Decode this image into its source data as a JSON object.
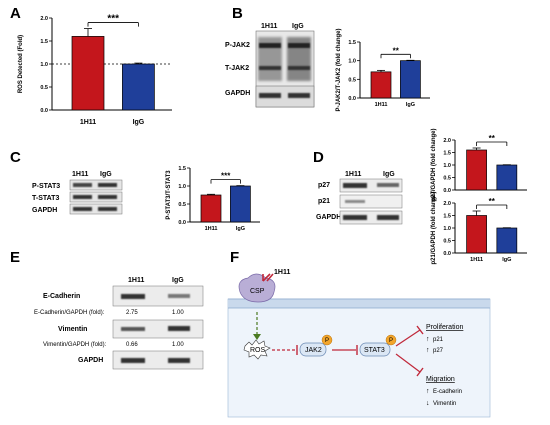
{
  "panels": {
    "A": "A",
    "B": "B",
    "C": "C",
    "D": "D",
    "E": "E",
    "F": "F"
  },
  "colors": {
    "red": "#c4161c",
    "blue": "#1f3f9a",
    "inhibit": "#c0283a",
    "induce": "#4a7a22",
    "bg_blue": "#c9d9ec"
  },
  "panel_b_blot": {
    "lanes": [
      "1H11",
      "IgG"
    ],
    "rows": [
      "P-JAK2",
      "T-JAK2",
      "GAPDH"
    ]
  },
  "panel_c_blot": {
    "lanes": [
      "1H11",
      "IgG"
    ],
    "rows": [
      "P-STAT3",
      "T-STAT3",
      "GAPDH"
    ]
  },
  "panel_d_blot": {
    "lanes": [
      "1H11",
      "IgG"
    ],
    "rows": [
      "p27",
      "p21",
      "GAPDH"
    ]
  },
  "panel_e_blot": {
    "lanes": [
      "1H11",
      "IgG"
    ],
    "ecad_label": "E-Cadherin",
    "ecad_ratio_label": "E-Cadherin/GAPDH (fold):",
    "ecad_ratio_1h11": "2.75",
    "ecad_ratio_igg": "1.00",
    "vim_label": "Vimentin",
    "vim_ratio_label": "Vimentin/GAPDH (fold):",
    "vim_ratio_1h11": "0.66",
    "vim_ratio_igg": "1.00",
    "gapdh_label": "GAPDH"
  },
  "diagram": {
    "antibody": "1H11",
    "csp": "CSP",
    "ros": "ROS",
    "jak2": "JAK2",
    "stat3": "STAT3",
    "p": "P",
    "proliferation": "Proliferation",
    "p21": "p21",
    "p27": "p27",
    "migration": "Migration",
    "ecad": "E-cadherin",
    "vim": "Vimentin",
    "up_arrow": "↑",
    "down_arrow": "↓"
  },
  "chart_data": [
    {
      "id": "A",
      "type": "bar",
      "categories": [
        "1H11",
        "IgG"
      ],
      "values": [
        1.6,
        1.0
      ],
      "errors": [
        0.17,
        0.02
      ],
      "ylabel": "ROS Detected (Fold)",
      "ylim": [
        0,
        2.0
      ],
      "yticks": [
        "0.0",
        "0.5",
        "1.0",
        "1.5",
        "2.0"
      ],
      "significance": "***",
      "reference_line": 1.0
    },
    {
      "id": "B",
      "type": "bar",
      "categories": [
        "1H11",
        "IgG"
      ],
      "values": [
        0.7,
        1.0
      ],
      "errors": [
        0.04,
        0.01
      ],
      "ylabel": "P-JAK2/T-JAK2 (fold change)",
      "ylim": [
        0,
        1.5
      ],
      "yticks": [
        "0.0",
        "0.5",
        "1.0",
        "1.5"
      ],
      "significance": "**"
    },
    {
      "id": "C",
      "type": "bar",
      "categories": [
        "1H11",
        "IgG"
      ],
      "values": [
        0.75,
        1.0
      ],
      "errors": [
        0.02,
        0.01
      ],
      "ylabel": "P-STAT3/T-STAT3",
      "ylim": [
        0,
        1.5
      ],
      "yticks": [
        "0.0",
        "0.5",
        "1.0",
        "1.5"
      ],
      "significance": "***"
    },
    {
      "id": "D1",
      "type": "bar",
      "categories": [
        "",
        ""
      ],
      "values": [
        1.6,
        1.0
      ],
      "errors": [
        0.08,
        0.01
      ],
      "ylabel": "p27/GAPDH (fold change)",
      "ylim": [
        0,
        2.0
      ],
      "yticks": [
        "0.0",
        "0.5",
        "1.0",
        "1.5",
        "2.0"
      ],
      "significance": "**"
    },
    {
      "id": "D2",
      "type": "bar",
      "categories": [
        "1H11",
        "IgG"
      ],
      "values": [
        1.5,
        1.0
      ],
      "errors": [
        0.18,
        0.01
      ],
      "ylabel": "p21/GAPDH (fold change)",
      "ylim": [
        0,
        2.0
      ],
      "yticks": [
        "0.0",
        "0.5",
        "1.0",
        "1.5",
        "2.0"
      ],
      "significance": "**"
    }
  ]
}
